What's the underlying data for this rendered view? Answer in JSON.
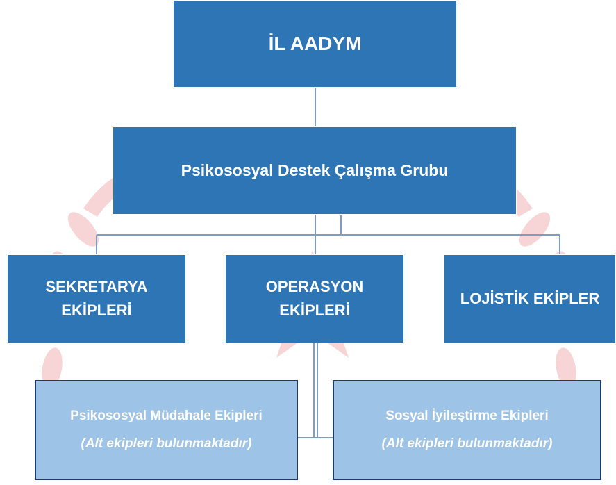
{
  "org_chart": {
    "root": {
      "label": "İL AADYM"
    },
    "group": {
      "label": "Psikososyal Destek Çalışma Grubu"
    },
    "teams": [
      {
        "line1": "SEKRETARYA",
        "line2": "EKİPLERİ"
      },
      {
        "line1": "OPERASYON",
        "line2": "EKİPLERİ"
      },
      {
        "line1": "LOJİSTİK EKİPLER"
      }
    ],
    "sub_teams": [
      {
        "title": "Psikososyal Müdahale Ekipleri",
        "note": "(Alt ekipleri bulunmaktadır)"
      },
      {
        "title": "Sosyal İyileştirme Ekipleri",
        "note": "(Alt ekipleri bulunmaktadır)"
      }
    ]
  },
  "colors": {
    "primary_box": "#2e75b6",
    "secondary_box": "#9dc3e6",
    "connector": "#7f9cc4",
    "watermark": "#f4c7c9"
  }
}
